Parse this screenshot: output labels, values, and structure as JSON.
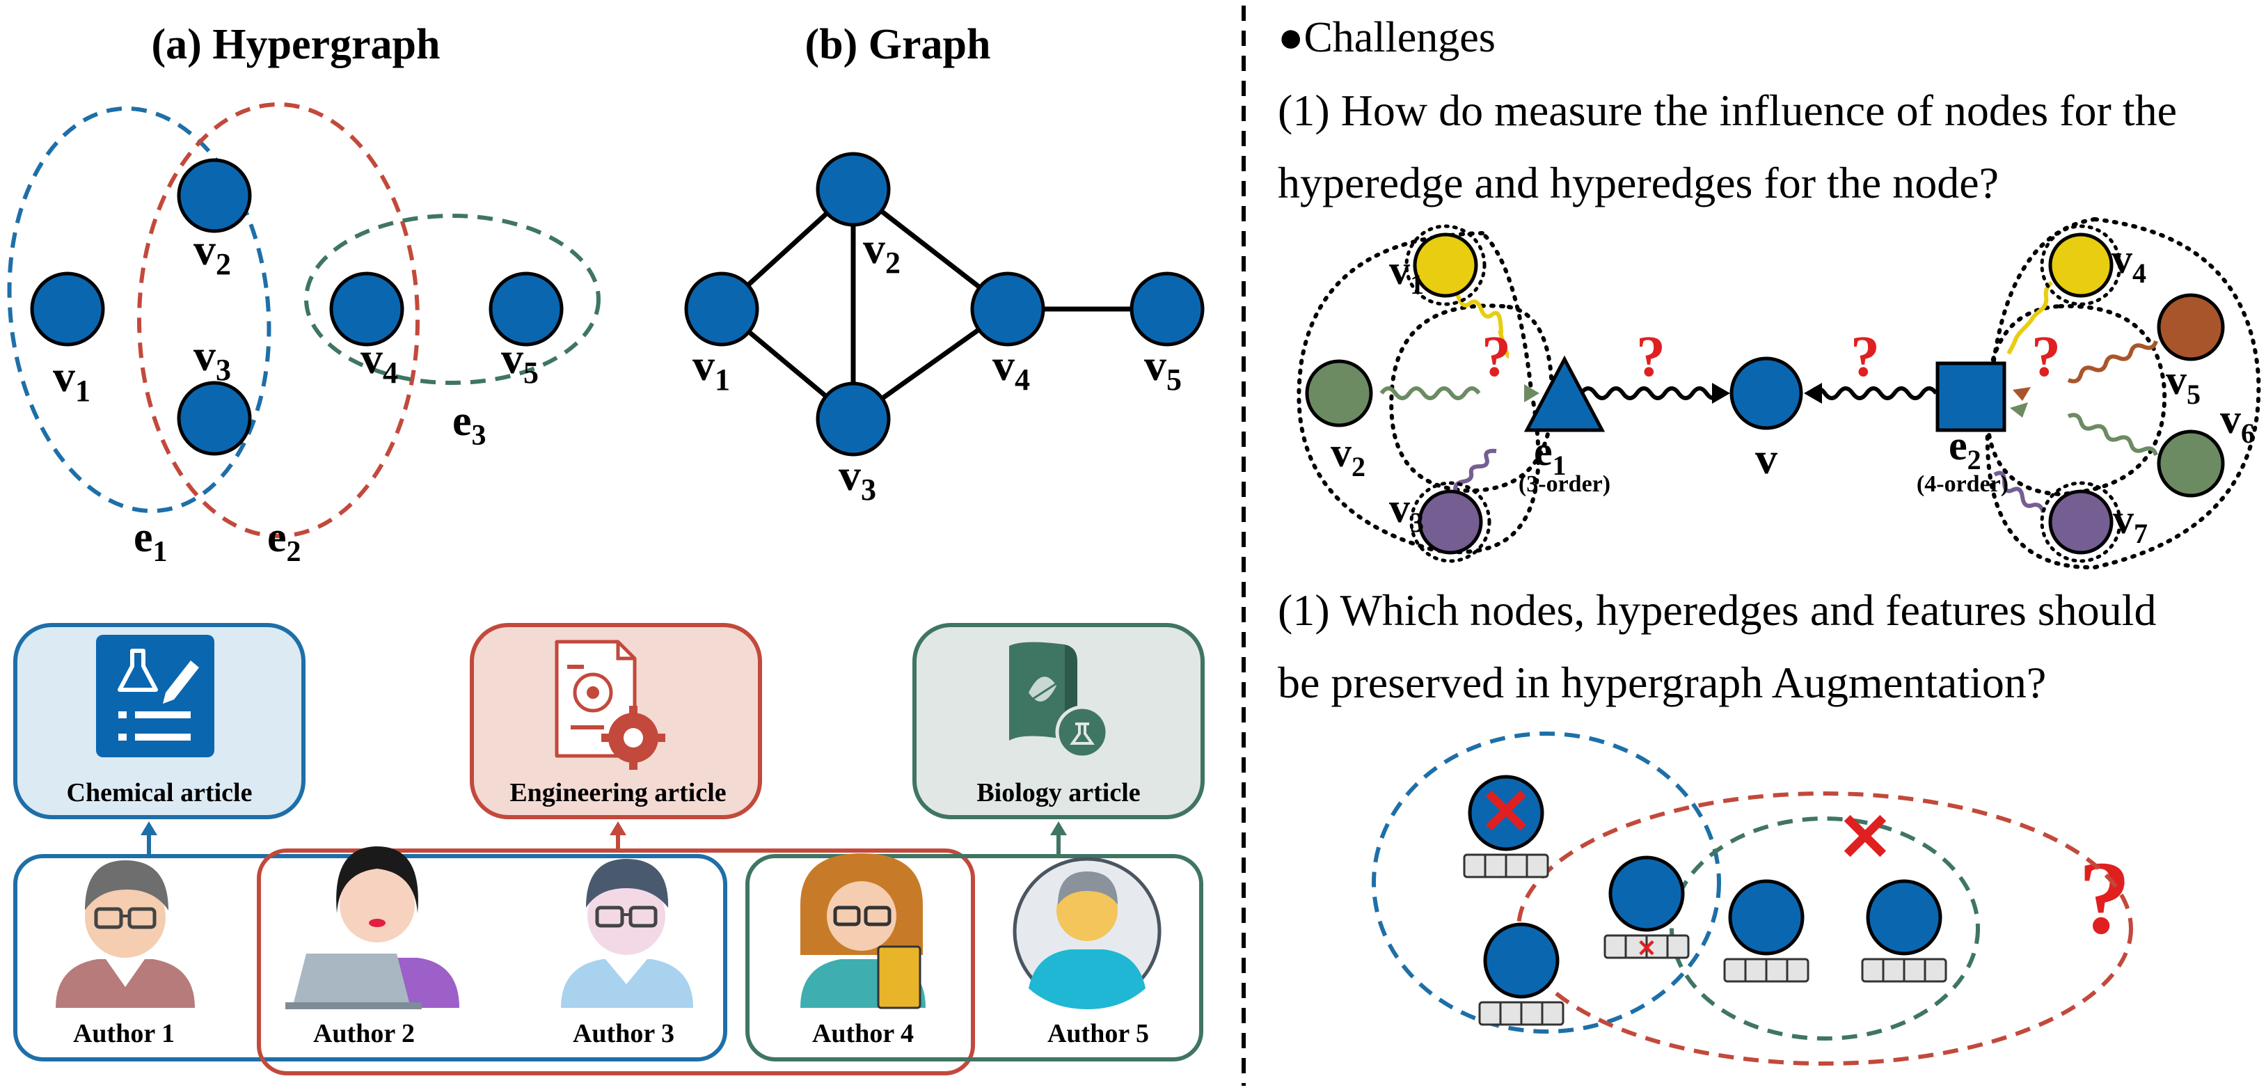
{
  "panel_a": {
    "title": "(a) Hypergraph",
    "nodes": [
      "v1",
      "v2",
      "v3",
      "v4",
      "v5"
    ],
    "hyperedges": [
      "e1",
      "e2",
      "e3"
    ]
  },
  "panel_b": {
    "title": "(b) Graph",
    "nodes": [
      "v1",
      "v2",
      "v3",
      "v4",
      "v5"
    ]
  },
  "articles": [
    {
      "label": "Chemical article"
    },
    {
      "label": "Engineering article"
    },
    {
      "label": "Biology article"
    }
  ],
  "authors": [
    "Author 1",
    "Author 2",
    "Author 3",
    "Author 4",
    "Author 5"
  ],
  "right": {
    "challenges_heading": "●Challenges",
    "q1_line1": "(1) How do measure the influence of nodes for the",
    "q1_line2": "hyperedge and hyperedges for the node?",
    "q2_line1": "(1) Which nodes, hyperedges and features should",
    "q2_line2": "be preserved in hypergraph Augmentation?",
    "order_e1": "(3-order)",
    "order_e2": "(4-order)",
    "center_node": "v",
    "question_mark": "?",
    "cross_mark": "✕"
  },
  "colors": {
    "node_blue": "#0B66B0",
    "edge_blue": "#1E6FA8",
    "edge_red": "#C2493B",
    "edge_green": "#3F7563",
    "yellow": "#E8CD10",
    "brown": "#A8552B",
    "sage": "#6C8B63",
    "purple": "#755E92",
    "question_red": "#E02020"
  }
}
